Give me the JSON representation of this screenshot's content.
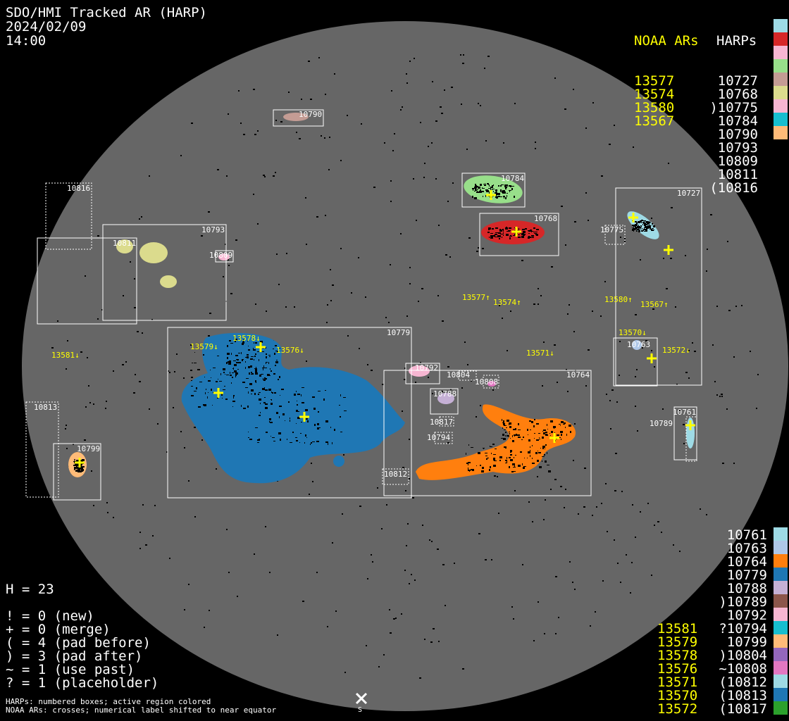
{
  "header": {
    "title": "SDO/HMI Tracked AR (HARP)",
    "date": "2024/02/09",
    "time": "14:00"
  },
  "legend_top": {
    "noaa_title": "NOAA ARs",
    "harp_title": "HARPs",
    "noaa": [
      "13577",
      "13574",
      "13580",
      "13567"
    ],
    "harps": [
      {
        "label": "10727",
        "color": "#9edae5"
      },
      {
        "label": "10768",
        "color": "#d62728"
      },
      {
        "label": ")10775",
        "color": "#f7b6d2"
      },
      {
        "label": "10784",
        "color": "#98df8a"
      },
      {
        "label": "10790",
        "color": "#c49c94"
      },
      {
        "label": "10793",
        "color": "#dbdb8d"
      },
      {
        "label": "10809",
        "color": "#f7b6d2"
      },
      {
        "label": "10811",
        "color": "#17becf"
      },
      {
        "label": "(10816",
        "color": "#ffbb78"
      }
    ]
  },
  "legend_bottom": {
    "noaa": [
      "13581",
      "13579",
      "13578",
      "13576",
      "13571",
      "13570",
      "13572"
    ],
    "harps": [
      {
        "label": "10761",
        "color": "#9edae5"
      },
      {
        "label": "10763",
        "color": "#aec7e8"
      },
      {
        "label": "10764",
        "color": "#ff7f0e"
      },
      {
        "label": "10779",
        "color": "#1f77b4"
      },
      {
        "label": "10788",
        "color": "#c5b0d5"
      },
      {
        "label": ")10789",
        "color": "#8c564b"
      },
      {
        "label": "10792",
        "color": "#f7b6d2"
      },
      {
        "label": "?10794",
        "color": "#17becf"
      },
      {
        "label": "10799",
        "color": "#ffbb78"
      },
      {
        "label": ")10804",
        "color": "#9467bd"
      },
      {
        "label": "~10808",
        "color": "#e377c2"
      },
      {
        "label": "(10812",
        "color": "#9edae5"
      },
      {
        "label": "(10813",
        "color": "#1f77b4"
      },
      {
        "label": "(10817",
        "color": "#2ca02c"
      }
    ]
  },
  "stats": {
    "h": "H = 23",
    "lines": [
      "! = 0 (new)",
      "+ = 0 (merge)",
      "( = 4 (pad before)",
      ") = 3 (pad after)",
      "~ = 1 (use past)",
      "? = 1 (placeholder)"
    ]
  },
  "footer": {
    "line1": "HARPs: numbered boxes; active region colored",
    "line2": "NOAA ARs: crosses; numerical label shifted to near equator",
    "south": "S"
  },
  "map": {
    "disk_color": "#666666",
    "harp_labels": [
      "10790",
      "10784",
      "10768",
      "10727",
      "10775",
      "10816",
      "10793",
      "10811",
      "10809",
      "10779",
      "10764",
      "10792",
      "10804",
      "10808",
      "10788",
      "10817",
      "10794",
      "10812",
      "10813",
      "10799",
      "10763",
      "10761",
      "10789"
    ],
    "noaa_labels": [
      "13581↓",
      "13579↓",
      "13578↓",
      "13576↓",
      "13577↑",
      "13574↑",
      "13580↑",
      "13567↑",
      "13571↓",
      "13572↓",
      "13570↓"
    ]
  }
}
